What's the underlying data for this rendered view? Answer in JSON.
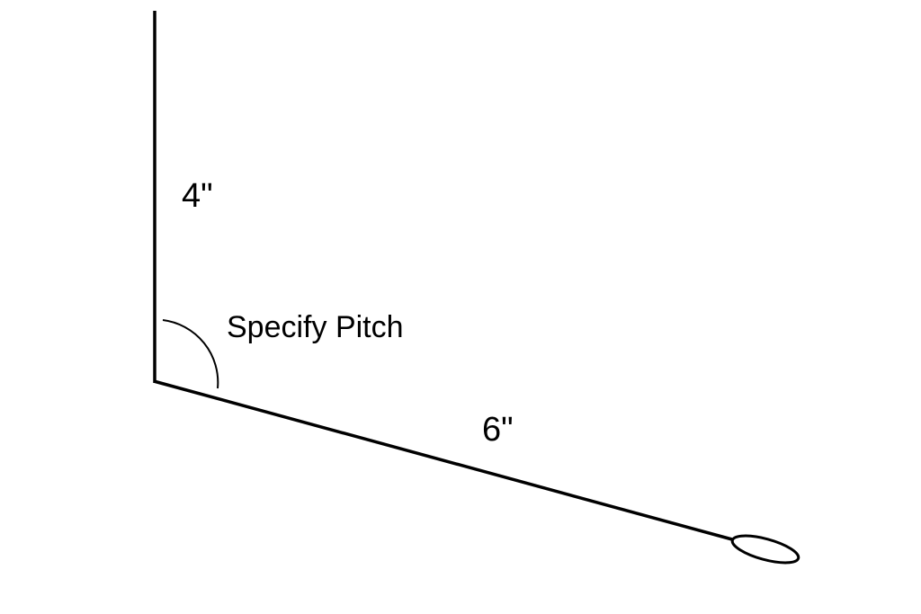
{
  "diagram": {
    "type": "flashing-profile-drawing",
    "labels": {
      "vertical_dimension": "4\"",
      "angle_label": "Specify Pitch",
      "slope_dimension": "6\""
    },
    "colors": {
      "line": "#000000",
      "background": "#ffffff"
    }
  }
}
